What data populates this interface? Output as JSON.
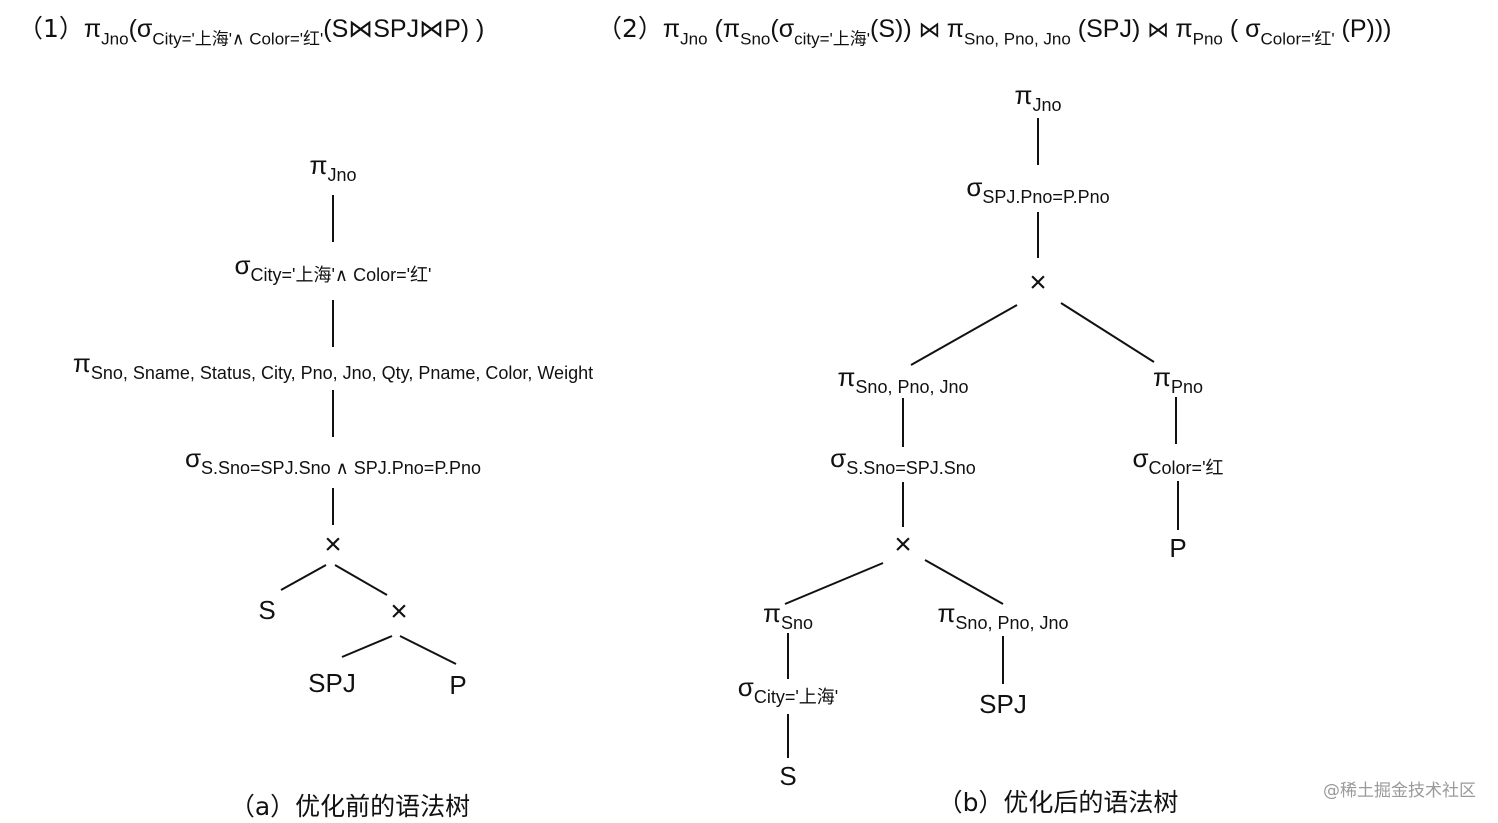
{
  "formula1": {
    "num": "（1）",
    "pi": "π",
    "pi_sub": "Jno",
    "open": "(",
    "sigma": "σ",
    "sigma_sub": "City='上海'∧ Color='红'",
    "body": "(S⋈SPJ⋈P) )"
  },
  "formula2": {
    "num": "（2）",
    "pi1": "π",
    "pi1_sub": "Jno",
    "t1": " (",
    "pi2": "π",
    "pi2_sub": "Sno",
    "t2": "(",
    "sigma1": "σ",
    "sigma1_sub": "city='上海'",
    "t3": "(S)) ",
    "bt1": " ⋈ ",
    "pi3": "π",
    "pi3_sub": "Sno, Pno, Jno",
    "t4": " (SPJ) ",
    "bt2": " ⋈ ",
    "pi4": "π",
    "pi4_sub": "Pno",
    "t5": " ( ",
    "sigma2": "σ",
    "sigma2_sub": "Color='红'",
    "t6": " (P)))"
  },
  "tree_a": {
    "root": {
      "sym": "π",
      "sub": "Jno"
    },
    "select_city_color": {
      "sym": "σ",
      "sub": "City='上海'∧ Color='红'"
    },
    "project_all": {
      "sym": "π",
      "sub": "Sno, Sname, Status, City, Pno, Jno, Qty, Pname, Color, Weight"
    },
    "select_join": {
      "sym": "σ",
      "sub": "S.Sno=SPJ.Sno ∧  SPJ.Pno=P.Pno"
    },
    "cross": "×",
    "leaf_s": "S",
    "leaf_spj": "SPJ",
    "leaf_p": "P",
    "caption": "（a）优化前的语法树"
  },
  "tree_b": {
    "root": {
      "sym": "π",
      "sub": "Jno"
    },
    "select_pno": {
      "sym": "σ",
      "sub": "SPJ.Pno=P.Pno"
    },
    "cross": "×",
    "project_sno_pno_jno": {
      "sym": "π",
      "sub": "Sno, Pno, Jno"
    },
    "project_pno": {
      "sym": "π",
      "sub": "Pno"
    },
    "select_sno": {
      "sym": "σ",
      "sub": "S.Sno=SPJ.Sno"
    },
    "select_color": {
      "sym": "σ",
      "sub": "Color='红"
    },
    "project_sno": {
      "sym": "π",
      "sub": "Sno"
    },
    "project_sno_pno_jno_2": {
      "sym": "π",
      "sub": "Sno, Pno, Jno"
    },
    "leaf_p": "P",
    "select_city": {
      "sym": "σ",
      "sub": "City='上海'"
    },
    "leaf_spj": "SPJ",
    "leaf_s": "S",
    "caption": "（b）优化后的语法树"
  },
  "watermark": "@稀土掘金技术社区"
}
